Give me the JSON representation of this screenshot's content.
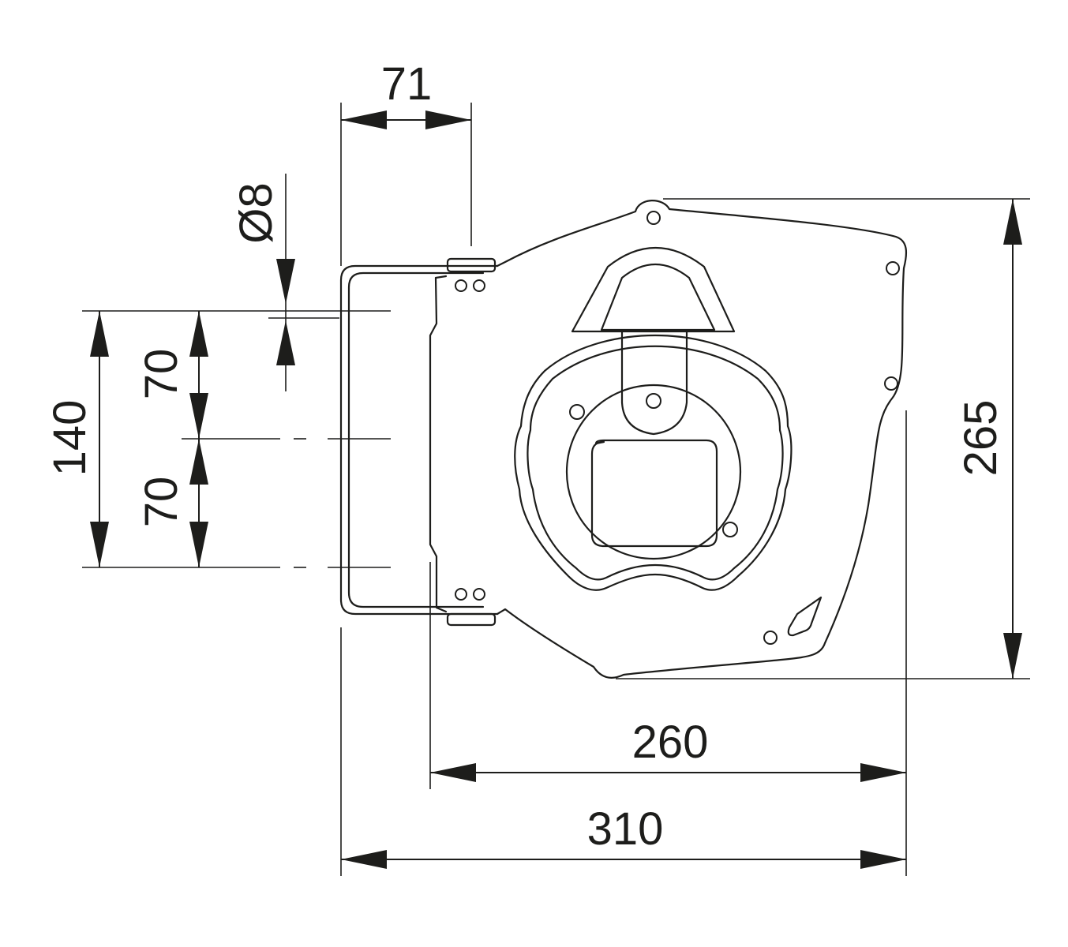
{
  "dimensions": {
    "top_width": "71",
    "hole_diameter": "Ø8",
    "bracket_total": "140",
    "bracket_upper": "70",
    "bracket_lower": "70",
    "height": "265",
    "depth_body": "260",
    "depth_total": "310"
  },
  "colors": {
    "line": "#1d1d1b",
    "background": "#ffffff"
  }
}
